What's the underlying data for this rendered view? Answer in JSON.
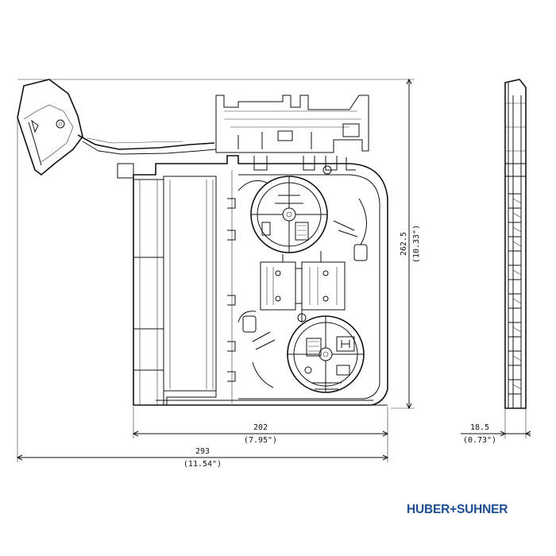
{
  "dimensions": {
    "width_total": "293",
    "width_total_in": "(11.54\")",
    "width_body": "202",
    "width_body_in": "(7.95\")",
    "height": "262.5",
    "height_in": "(10.33\")",
    "depth": "18.5",
    "depth_in": "(0.73\")"
  },
  "brand": {
    "logo_text": "HUBER+SUHNER",
    "color": "#1d4e93"
  },
  "views": [
    "front-view",
    "side-view"
  ]
}
